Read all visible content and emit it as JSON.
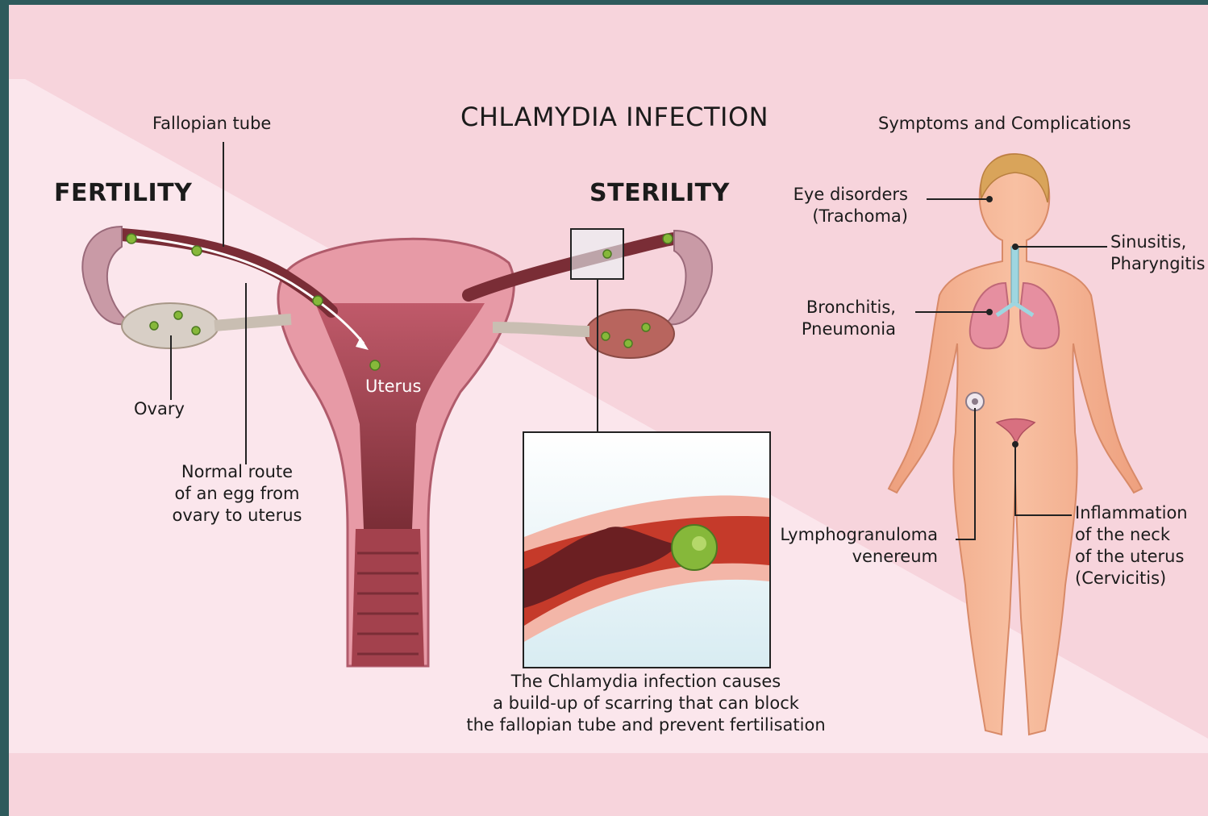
{
  "title": "CHLAMYDIA INFECTION",
  "left": {
    "heading": "FERTILITY",
    "fallopian_tube": "Fallopian tube",
    "ovary": "Ovary",
    "uterus": "Uterus",
    "normal_route": [
      "Normal route",
      "of an egg from",
      "ovary to uterus"
    ]
  },
  "middle": {
    "heading": "STERILITY",
    "caption": [
      "The Chlamydia infection causes",
      "a build-up of scarring that can block",
      "the fallopian tube and prevent fertilisation"
    ]
  },
  "right": {
    "heading": "Symptoms and Complications",
    "eye": [
      "Eye disorders",
      "(Trachoma)"
    ],
    "sinus": [
      "Sinusitis,",
      "Pharyngitis"
    ],
    "bronch": [
      "Bronchitis,",
      "Pneumonia"
    ],
    "lympho": [
      "Lymphogranuloma",
      "venereum"
    ],
    "cervicitis": [
      "Inflammation",
      "of the neck",
      "of the uterus",
      "(Cervicitis)"
    ]
  },
  "colors": {
    "background_pink": "#f7d4dc",
    "light_band": "#fbe6ec",
    "dark_border": "#2e5a5c",
    "uterus_dark": "#7a2d36",
    "egg_green": "#86b83a",
    "skin": "#f4b08e"
  }
}
